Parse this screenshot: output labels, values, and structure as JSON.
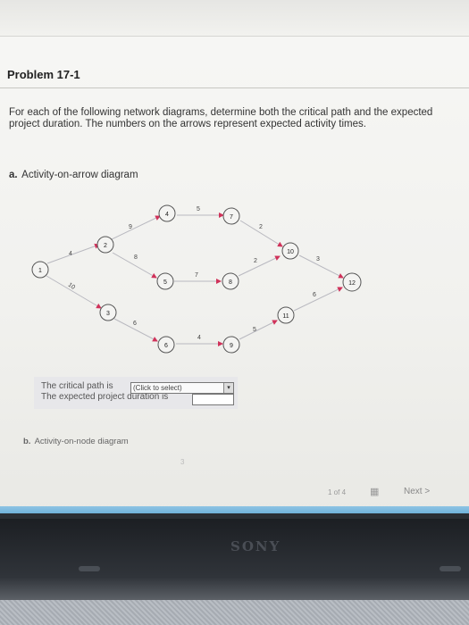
{
  "problem": {
    "title": "Problem 17-1",
    "prompt": "For each of the following network diagrams, determine both the critical path and the expected project duration. The numbers on the arrows represent expected activity times."
  },
  "part_a": {
    "bullet": "a.",
    "label": "Activity-on-arrow diagram",
    "nodes": [
      "1",
      "2",
      "3",
      "4",
      "5",
      "6",
      "7",
      "8",
      "9",
      "10",
      "11",
      "12"
    ],
    "arrow_labels": [
      "4",
      "10",
      "9",
      "8",
      "6",
      "5",
      "7",
      "4",
      "2",
      "2",
      "5",
      "3",
      "6"
    ]
  },
  "answers": {
    "critical_path_label": "The critical path is",
    "critical_path_select": "(Click to select)",
    "duration_label": "The expected project duration is"
  },
  "part_b": {
    "bullet": "b.",
    "label": "Activity-on-node diagram",
    "partial_number": "3"
  },
  "nav": {
    "pager": "1 of 4",
    "next_label": "Next",
    "next_icon": "chevron-right-icon",
    "grid_icon": "grid-icon"
  },
  "device": {
    "brand": "SONY"
  }
}
